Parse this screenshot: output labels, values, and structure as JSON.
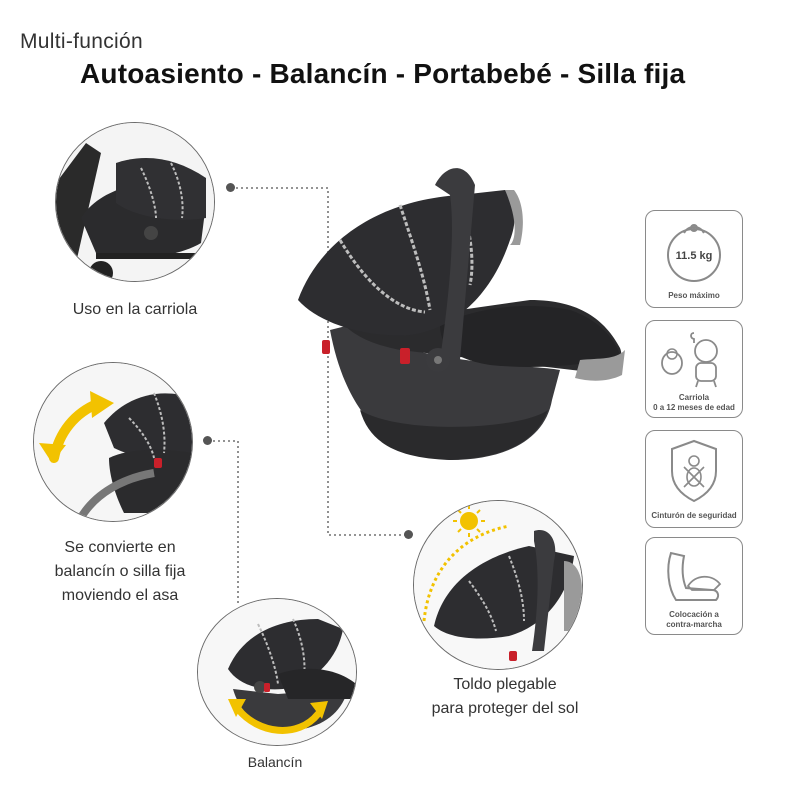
{
  "header": {
    "subtitle": "Multi-función",
    "title": "Autoasiento - Balancín - Portabebé - Silla fija"
  },
  "features": {
    "stroller_caption": "Uso en la carriola",
    "rocker_caption_lines": [
      "Se convierte en",
      "balancín o silla fija",
      "moviendo el asa"
    ],
    "balancin_caption": "Balancín",
    "canopy_caption_lines": [
      "Toldo plegable",
      "para proteger del sol"
    ]
  },
  "spec_icons": {
    "weight": {
      "value": "11.5 kg",
      "label": "Peso máximo"
    },
    "age": {
      "label_lines": [
        "Carriola",
        "0 a 12 meses de edad"
      ]
    },
    "belt": {
      "label": "Cinturón de seguridad"
    },
    "rear_facing": {
      "label_lines": [
        "Colocación a",
        "contra-marcha"
      ]
    }
  },
  "colors": {
    "seat_dark": "#2b2b2d",
    "accent_yellow": "#f2c200",
    "accent_red": "#c9202a",
    "connector_gray": "#555555",
    "icon_gray": "#8a8a8a"
  }
}
